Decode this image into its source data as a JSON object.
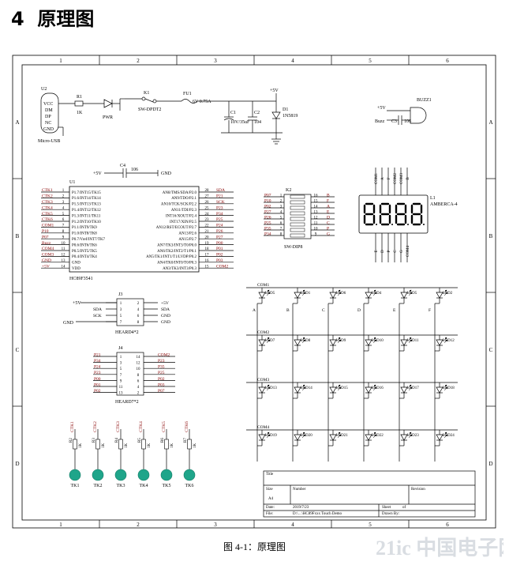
{
  "heading": {
    "number": "4",
    "title": "原理图"
  },
  "frame": {
    "cols": [
      "1",
      "2",
      "3",
      "4",
      "5",
      "6"
    ],
    "rows": [
      "A",
      "B",
      "C",
      "D"
    ]
  },
  "power": {
    "usb_ref": "U2",
    "usb_pins": [
      "VCC",
      "DM",
      "DP",
      "NC",
      "GND"
    ],
    "usb_name": "Micro-USB",
    "r1_ref": "R1",
    "r1_val": "1K",
    "led_pwr": "PWR",
    "switch_ref": "K1",
    "switch_name": "SW-DPDT2",
    "fuse_ref": "FU1",
    "fuse_val": "6V 0.75A",
    "c1_ref": "C1",
    "c1_val": "10V/35uF",
    "c2_ref": "C2",
    "c2_val": "104",
    "d1_ref": "D1",
    "d1_val": "1N5819",
    "vcc": "+5V"
  },
  "buzzer": {
    "vcc": "+5V",
    "ref": "BUZZ1",
    "net": "Buzz",
    "cap_ref": "C3",
    "cap_val": "106"
  },
  "mcu": {
    "vcc": "+5V",
    "cap_ref": "C4",
    "cap_val": "106",
    "gnd": "GND",
    "ref": "U1",
    "name": "HC89F3541",
    "left_nets": [
      "CTK1",
      "CTK2",
      "CTK3",
      "CTK4",
      "CTK5",
      "CTK6",
      "COM1",
      "P10",
      "P07",
      "Buzz",
      "COM4",
      "COM3",
      "GND",
      "+5V"
    ],
    "left_pins": [
      "1",
      "2",
      "3",
      "4",
      "5",
      "6",
      "7",
      "8",
      "9",
      "10",
      "11",
      "12",
      "13",
      "14"
    ],
    "left_funcs": [
      "P1.7/INT15/TK15",
      "P1.6/INT14/TK14",
      "P1.5/INT13/TK13",
      "P1.4/INT12/TK12",
      "P1.3/INT11/TK11",
      "P1.2/INT10/TK10",
      "P1.1/INT9/TK9",
      "P1.0/INT8/TK8",
      "P0.7/Vref/INT7/TK7",
      "P0.6/INT6/TK6",
      "P0.5/INT5/TK5",
      "P0.4/INT4/TK4",
      "GND",
      "VDD"
    ],
    "right_pins": [
      "28",
      "27",
      "26",
      "25",
      "24",
      "23",
      "22",
      "21",
      "20",
      "19",
      "18",
      "17",
      "16",
      "15"
    ],
    "right_funcs": [
      "AN8/TMS/SDA/P2.0",
      "AN9/TDO/P2.1",
      "AN10/TCK/SCK/P2.2",
      "AN11/TDI/P2.3",
      "INT16/XOUT/P2.4",
      "INT17/XIN/P2.5",
      "AN12/RST/ECOUT/P2.7",
      "AN13/P2.6",
      "AN15/P2.7",
      "AN7/TK3/INT3/T0/P0.0",
      "AN6/TK2/INT2/T1/P0.1",
      "AN5/TK1/INT1/T1/LVDP/P0.2",
      "AN4/TK0/INT0/T0/P0.3",
      "AN3/TK3/INT3/P0.3"
    ],
    "right_nets": [
      "SDA",
      "P21",
      "SCK",
      "P23",
      "P34",
      "P25",
      "P24",
      "P26",
      "P27",
      "P00",
      "P01",
      "P02",
      "P03",
      "COM2"
    ]
  },
  "dip": {
    "ref": "K2",
    "name": "SW-DIP8",
    "left_nets": [
      "P07",
      "P10",
      "P02",
      "P27",
      "P26",
      "P25",
      "P35",
      "P34"
    ],
    "left_pins": [
      "1",
      "2",
      "3",
      "4",
      "5",
      "6",
      "7",
      "8"
    ],
    "right_pins": [
      "16",
      "15",
      "14",
      "13",
      "12",
      "11",
      "10",
      "9"
    ],
    "right_nets": [
      "B",
      "F",
      "A",
      "E",
      "D",
      "C",
      "P",
      "G"
    ]
  },
  "display": {
    "ref": "L1",
    "name": "AMBERCA-4",
    "top_pins": [
      "COM1",
      "A",
      "F",
      "COM2",
      "COM3",
      "B"
    ],
    "bottom_pins": [
      "E",
      "D",
      "P",
      "C",
      "G",
      "COM4"
    ]
  },
  "header1": {
    "ref": "J3",
    "name": "HEARD4*2",
    "vcc": "+5V",
    "gnd": "GND",
    "left_nets": [
      "SDA",
      "SCK"
    ],
    "left_pins": [
      "1",
      "3",
      "5",
      "7"
    ],
    "right_pins": [
      "2",
      "4",
      "6",
      "8"
    ],
    "right_nets": [
      "+5V",
      "SDA",
      "GND",
      "GND"
    ]
  },
  "header2": {
    "ref": "J4",
    "name": "HEARD7*2",
    "left_nets": [
      "P21",
      "P34",
      "P24",
      "P23",
      "P00",
      "P01",
      "P02"
    ],
    "left_pins": [
      "1",
      "3",
      "5",
      "7",
      "9",
      "11",
      "13"
    ],
    "right_pins": [
      "14",
      "12",
      "10",
      "8",
      "6",
      "4",
      "2"
    ],
    "right_nets": [
      "COM2",
      "P23",
      "P35",
      "P25",
      "P02",
      "P03",
      "P07"
    ]
  },
  "leds": {
    "rows": [
      {
        "com": "COM1",
        "labels": [
          "LED5",
          "LED1",
          "LED6",
          "LED4",
          "LED5",
          "LED2"
        ]
      },
      {
        "com": "COM2",
        "labels": [
          "LED7",
          "LED8",
          "LED9",
          "LED10",
          "LED11",
          "LED12"
        ]
      },
      {
        "com": "COM3",
        "labels": [
          "LED13",
          "LED14",
          "LED15",
          "LED16",
          "LED17",
          "LED18"
        ]
      },
      {
        "com": "COM4",
        "labels": [
          "LED19",
          "LED20",
          "LED21",
          "LED22",
          "LED23",
          "LED24"
        ]
      }
    ],
    "cols": [
      "A",
      "B",
      "C",
      "D",
      "E",
      "F"
    ]
  },
  "touch": {
    "nets": [
      "CTK1",
      "CTK2",
      "CTK3",
      "CTK4",
      "CTK5",
      "CTK6"
    ],
    "res": [
      "R2",
      "R3",
      "R4",
      "R5",
      "R6",
      "R7"
    ],
    "val": "1K",
    "pads": [
      "TK1",
      "TK2",
      "TK3",
      "TK4",
      "TK5",
      "TK6"
    ]
  },
  "titleblock": {
    "title": "Title",
    "size_lbl": "Size",
    "size": "A4",
    "number_lbl": "Number",
    "rev_lbl": "Revision",
    "date_lbl": "Date:",
    "date": "2019/7/23",
    "sheet_lbl": "Sheet",
    "sheet_of": "of",
    "file_lbl": "File:",
    "file": "D:\\…\\HC89Fxxx Touch Demo",
    "drawn_lbl": "Drawn By:"
  },
  "caption": "图 4-1：原理图",
  "watermark": "21ic 中国电子网"
}
